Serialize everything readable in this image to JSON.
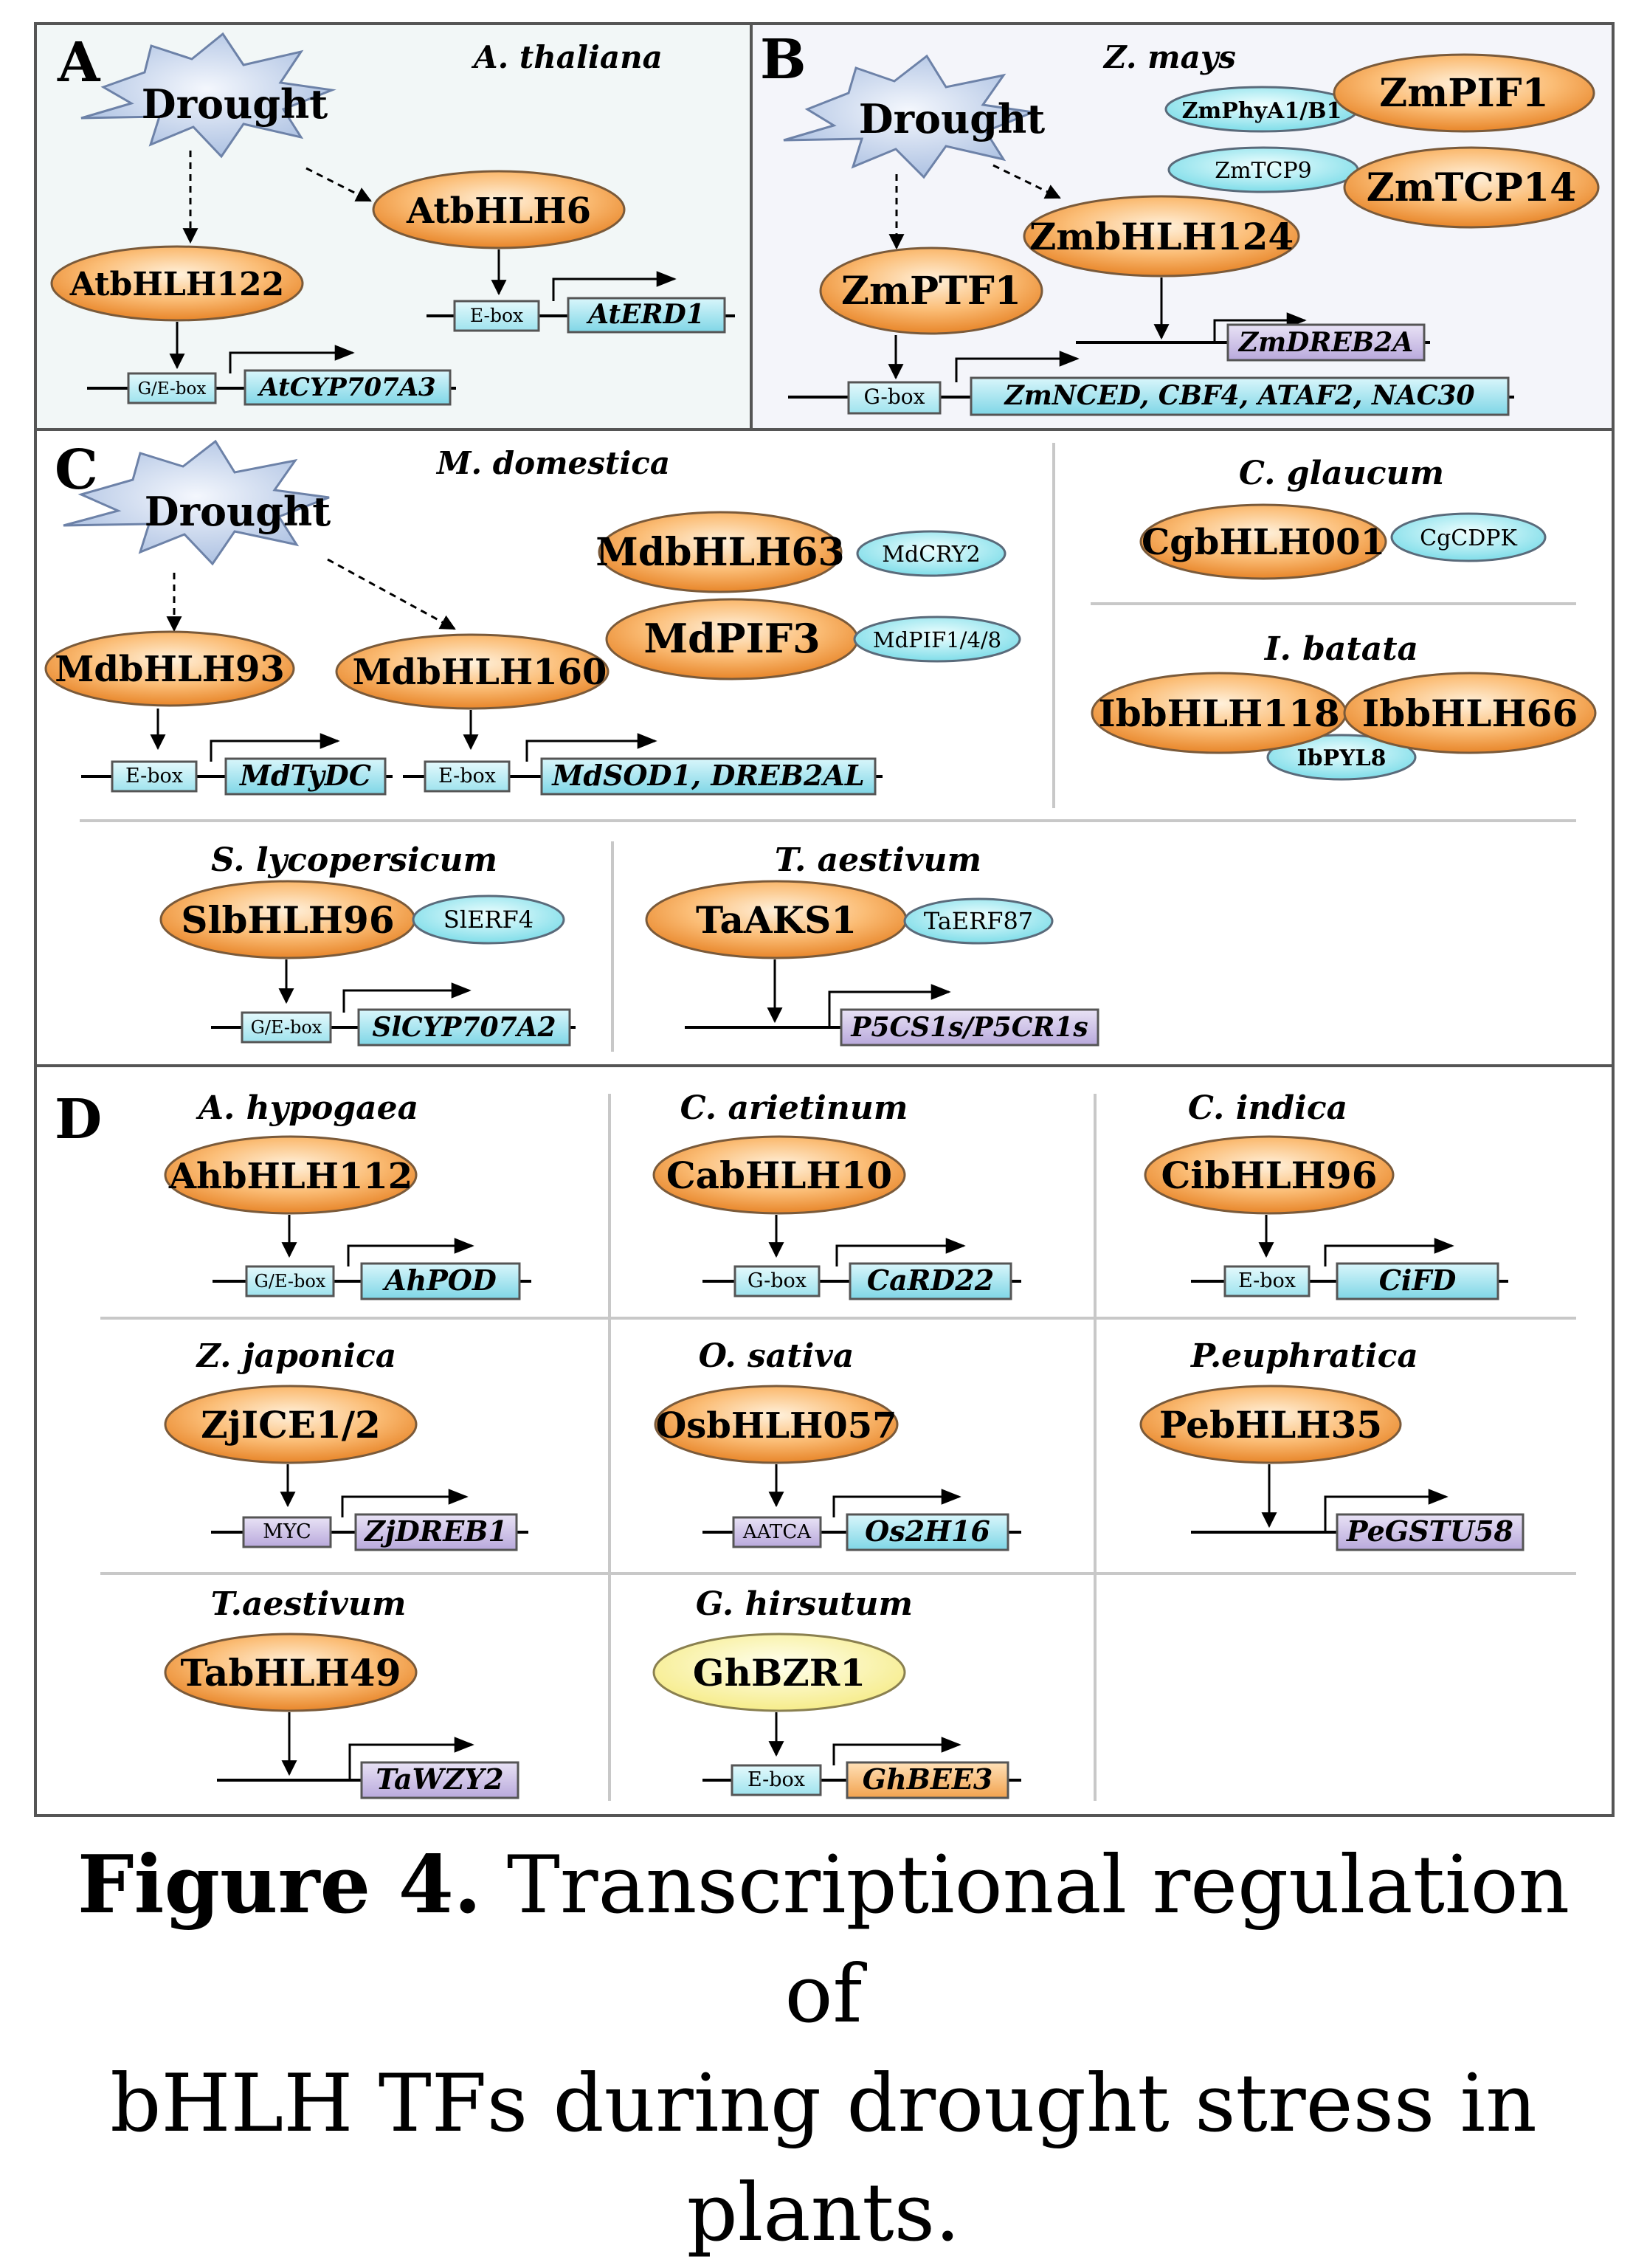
{
  "figure": {
    "caption_label": "Figure 4.",
    "caption_text_line1": "Transcriptional regulation of",
    "caption_text_line2": "bHLH TFs during drought stress in plants."
  },
  "panelA": {
    "letter": "A",
    "species": "A. thaliana",
    "drought": "Drought",
    "tf1": "AtbHLH6",
    "tf2": "AtbHLH122",
    "box1": "E-box",
    "gene1": "AtERD1",
    "box2": "G/E-box",
    "gene2": "AtCYP707A3"
  },
  "panelB": {
    "letter": "B",
    "species": "Z. mays",
    "drought": "Drought",
    "int1": "ZmPhyA1/B1",
    "tfA": "ZmPIF1",
    "int2": "ZmTCP9",
    "tfB": "ZmTCP14",
    "tf1": "ZmbHLH124",
    "gene1": "ZmDREB2A",
    "tf2": "ZmPTF1",
    "box2": "G-box",
    "gene2": "ZmNCED, CBF4, ATAF2, NAC30"
  },
  "panelC": {
    "letter": "C",
    "species": "M. domestica",
    "drought": "Drought",
    "tfA": "MdbHLH63",
    "intA": "MdCRY2",
    "tfB": "MdPIF3",
    "intB": "MdPIF1/4/8",
    "tf1": "MdbHLH93",
    "box1": "E-box",
    "gene1": "MdTyDC",
    "tf2": "MdbHLH160",
    "box2": "E-box",
    "gene2": "MdSOD1, DREB2AL",
    "cg_species": "C. glaucum",
    "cg_tf": "CgbHLH001",
    "cg_int": "CgCDPK",
    "ib_species": "I. batata",
    "ib_tf1": "IbbHLH118",
    "ib_tf2": "IbbHLH66",
    "ib_int": "IbPYL8",
    "sl_species": "S. lycopersicum",
    "sl_tf": "SlbHLH96",
    "sl_int": "SlERF4",
    "sl_box": "G/E-box",
    "sl_gene": "SlCYP707A2",
    "ta_species": "T. aestivum",
    "ta_tf": "TaAKS1",
    "ta_int": "TaERF87",
    "ta_gene": "P5CS1s/P5CR1s"
  },
  "panelD": {
    "letter": "D",
    "cells": [
      {
        "species": "A. hypogaea",
        "tf": "AhbHLH112",
        "box": "G/E-box",
        "gene": "AhPOD"
      },
      {
        "species": "C. arietinum",
        "tf": "CabHLH10",
        "box": "G-box",
        "gene": "CaRD22"
      },
      {
        "species": "C. indica",
        "tf": "CibHLH96",
        "box": "E-box",
        "gene": "CiFD"
      },
      {
        "species": "Z. japonica",
        "tf": "ZjICE1/2",
        "box": "MYC",
        "gene": "ZjDREB1"
      },
      {
        "species": "O. sativa",
        "tf": "OsbHLH057",
        "box": "AATCA",
        "gene": "Os2H16"
      },
      {
        "species": "P.euphratica",
        "tf": "PebHLH35",
        "box": "",
        "gene": "PeGSTU58"
      },
      {
        "species": "T.aestivum",
        "tf": "TabHLH49",
        "box": "",
        "gene": "TaWZY2"
      },
      {
        "species": "G. hirsutum",
        "tf": "GhBZR1",
        "box": "E-box",
        "gene": "GhBEE3"
      }
    ]
  }
}
